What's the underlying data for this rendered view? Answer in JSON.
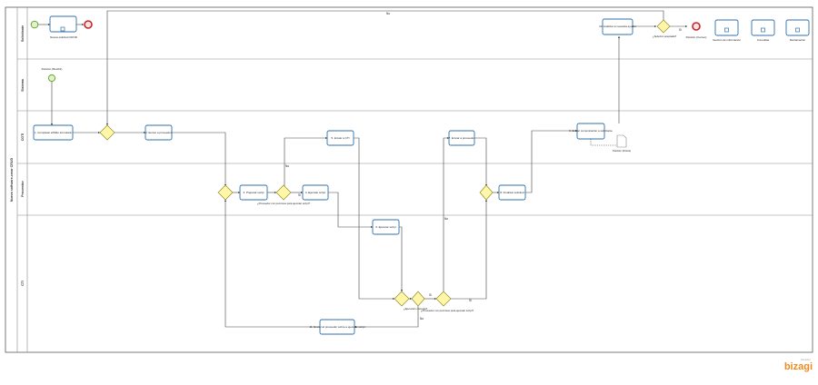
{
  "pool": {
    "name": "Nuevo software-crear CRUD"
  },
  "lanes": [
    {
      "id": "solicitante",
      "label": "Solicitante"
    },
    {
      "id": "sistema",
      "label": "Sistema"
    },
    {
      "id": "cgti",
      "label": "CGTI"
    },
    {
      "id": "proveedor",
      "label": "Proveedor"
    },
    {
      "id": "cti",
      "label": "CTI"
    }
  ],
  "tasks": [
    {
      "id": "nueva",
      "label": "Nueva solicitud CRUD"
    },
    {
      "id": "t1",
      "label": "1. Completar el/Mtto formulario"
    },
    {
      "id": "t2",
      "label": "2. Enviar a proveedor"
    },
    {
      "id": "t3",
      "label": "3. Preparar script"
    },
    {
      "id": "t4",
      "label": "4. Ejecutar script"
    },
    {
      "id": "t5",
      "label": "5. Enviar a CTI"
    },
    {
      "id": "t6",
      "label": "6. Ejecutar script"
    },
    {
      "id": "t7",
      "label": "7. Enviar a proveedor"
    },
    {
      "id": "t8",
      "label": "8. Finalizar solicitud"
    },
    {
      "id": "t9",
      "label": "9. Enviar comunicación a solicitante"
    },
    {
      "id": "t10",
      "label": "10. Analizar si necesita ayudar"
    },
    {
      "id": "t11",
      "label": "11. Enviar al proveedor sobre a ejecutar script"
    },
    {
      "id": "gestion",
      "label": "Gestión de información"
    },
    {
      "id": "consultas",
      "label": "Consultas"
    },
    {
      "id": "reclamacion",
      "label": "Reclamación"
    }
  ],
  "events": [
    {
      "id": "peticion",
      "label": "Petición (Recibir)"
    },
    {
      "id": "peticion-correo",
      "label": "Petición (Correo)"
    }
  ],
  "documents": [
    {
      "id": "peticion-doc",
      "label": "Petición (Física)"
    }
  ],
  "gateways": [
    {
      "id": "gw-ayuda",
      "label": "¿Solución aceptada?"
    },
    {
      "id": "gw-permisos",
      "label": "¿Proveedor con permisos para ejecutar script?"
    },
    {
      "id": "gw-ejecucion",
      "label": "¿Ejecución correcta?"
    },
    {
      "id": "gw-permisos2",
      "label": "¿Proveedor con permisos para ejecutar script?"
    }
  ],
  "flow_labels": {
    "no_top": "No",
    "si_top": "Si",
    "no_prov": "No",
    "si_prov": "Si",
    "si_ejec": "Si",
    "no_ejec": "No",
    "no_perm2": "No",
    "si_perm2": "Si"
  },
  "brand": {
    "name": "bizagi",
    "sub": "Modeler"
  }
}
